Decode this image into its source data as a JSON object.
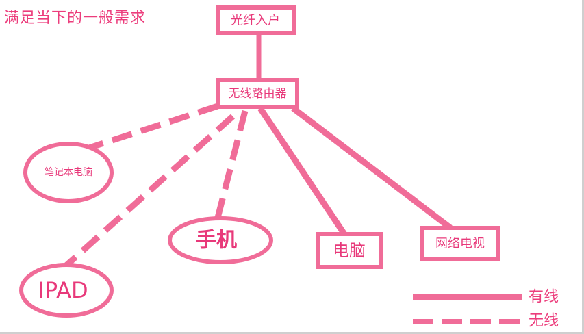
{
  "title": "满足当下的一般需求",
  "colors": {
    "line": "#f06c98",
    "text": "#e8397a"
  },
  "nodes": {
    "fiber": "光纤入户",
    "router": "无线路由器",
    "laptop": "笔记本电脑",
    "phone": "手机",
    "ipad": "IPAD",
    "desktop": "电脑",
    "tv": "网络电视"
  },
  "legend": {
    "wired": "有线",
    "wireless": "无线"
  }
}
